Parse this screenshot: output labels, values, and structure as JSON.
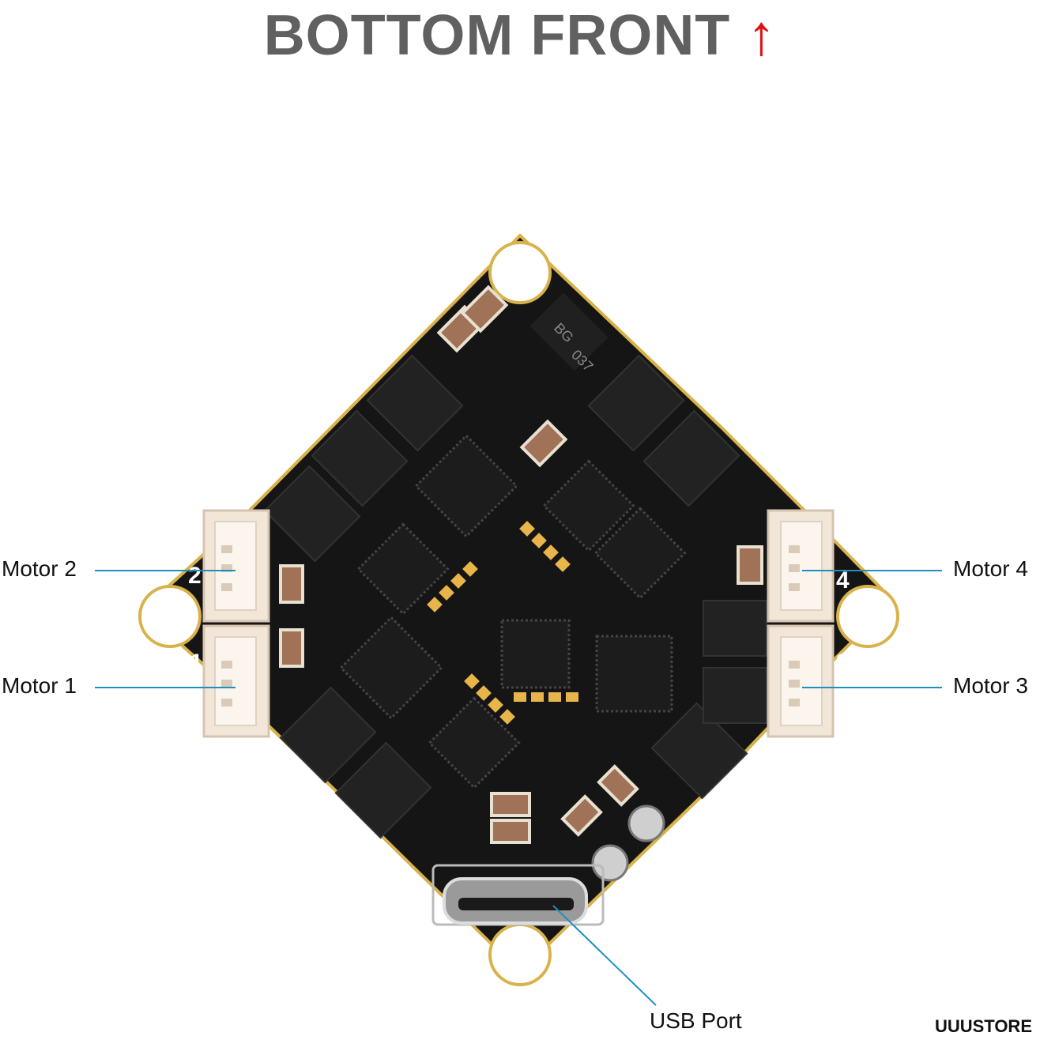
{
  "title": {
    "text": "BOTTOM FRONT",
    "arrow": "↑"
  },
  "labels": {
    "motor2": "Motor 2",
    "motor1": "Motor 1",
    "motor4": "Motor 4",
    "motor3": "Motor 3",
    "usb": "USB Port"
  },
  "connector_numbers": {
    "c1": "1",
    "c2": "2",
    "c3": "3",
    "c4": "4"
  },
  "chip_marks": {
    "regulator_top": "BG",
    "regulator_bottom": "037"
  },
  "watermark": "UUUSTORE",
  "colors": {
    "pcb": "#151515",
    "pcb_edge": "#d8b24a",
    "connector": "#f2e6d8",
    "leader_line": "#1f8fc0",
    "pad_gold": "#e8b54a",
    "capacitor": "#a07258",
    "title_gray": "#606060",
    "arrow_red": "#e01010"
  }
}
